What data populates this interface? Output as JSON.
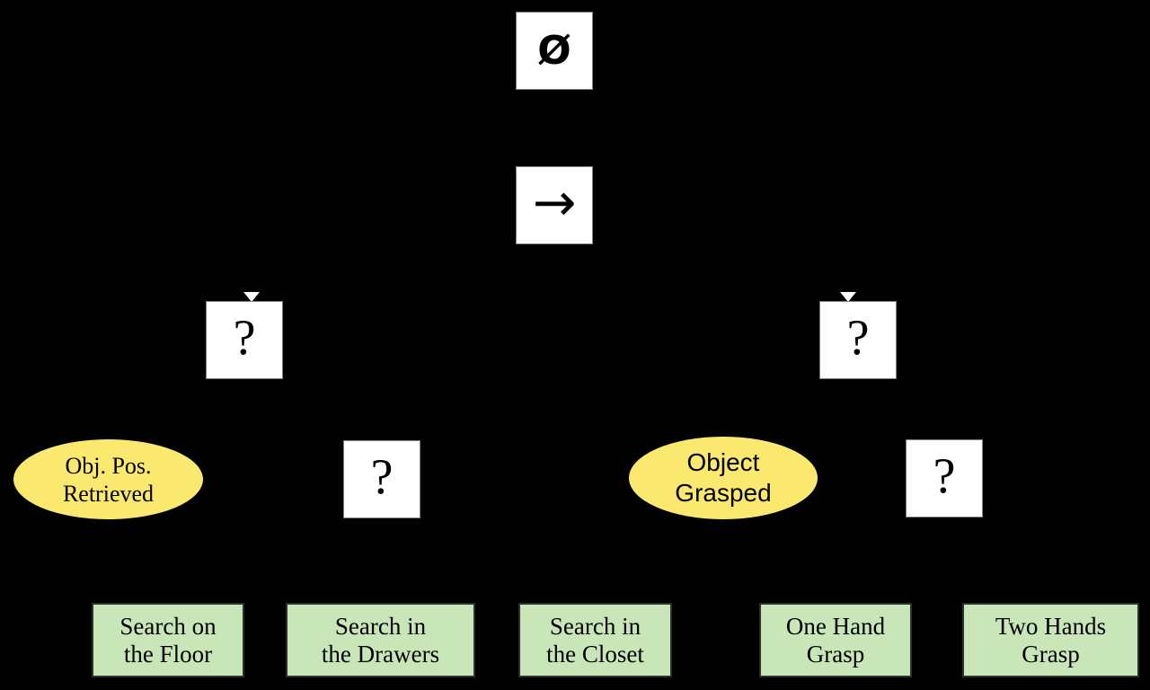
{
  "diagram": {
    "title": "behavior-tree",
    "background_color": "#000000",
    "colors": {
      "operator_fill": "#ffffff",
      "condition_fill": "#fae96e",
      "action_fill": "#c8e6b8",
      "text": "#000000"
    },
    "nodes": {
      "root": {
        "label": "Ø",
        "type": "parallel-root"
      },
      "sequence": {
        "label": "→",
        "type": "sequence"
      },
      "fallback_left": {
        "label": "?",
        "type": "fallback"
      },
      "fallback_right": {
        "label": "?",
        "type": "fallback"
      },
      "fallback_mid_left": {
        "label": "?",
        "type": "fallback"
      },
      "fallback_right_inner": {
        "label": "?",
        "type": "fallback"
      },
      "condition_left": {
        "line1": "Obj. Pos.",
        "line2": "Retrieved",
        "type": "condition"
      },
      "condition_right": {
        "line1": "Object",
        "line2": "Grasped",
        "type": "condition"
      },
      "actions": [
        {
          "line1": "Search on",
          "line2": "the Floor"
        },
        {
          "line1": "Search in",
          "line2": "the Drawers"
        },
        {
          "line1": "Search in",
          "line2": "the Closet"
        },
        {
          "line1": "One Hand",
          "line2": "Grasp"
        },
        {
          "line1": "Two Hands",
          "line2": "Grasp"
        }
      ]
    }
  }
}
